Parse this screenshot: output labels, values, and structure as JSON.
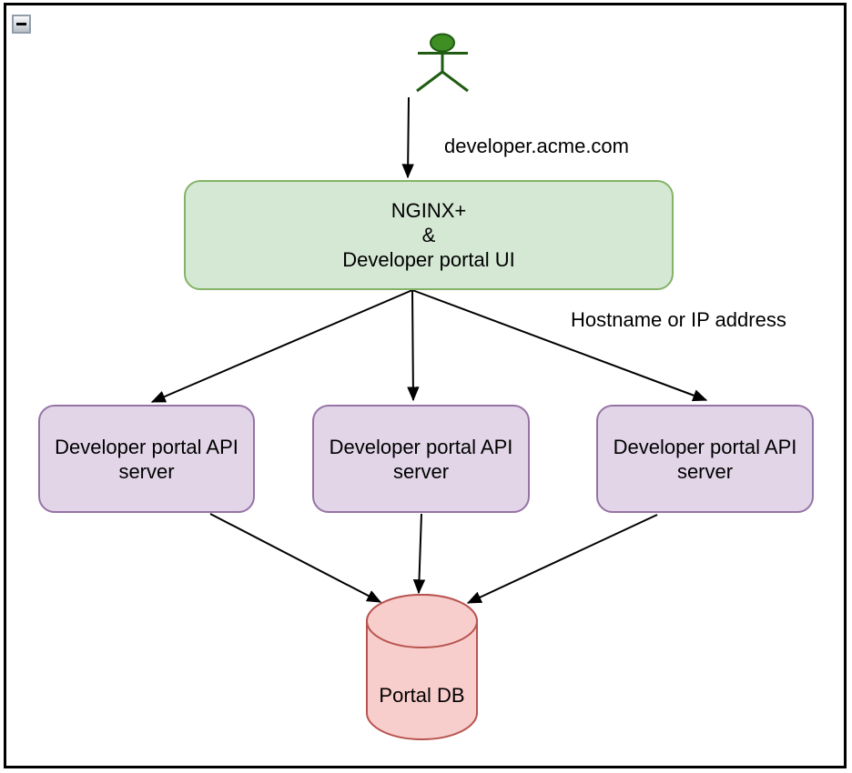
{
  "canvas": {
    "background": "#ffffff",
    "border_color": "#000000",
    "collapse_button": {
      "icon": "minus-icon"
    }
  },
  "actor": {
    "icon": "person-actor-icon",
    "fill": "#3f8e24",
    "stroke": "#1f5c11"
  },
  "edges": {
    "color": "#000000",
    "labels": {
      "request_domain": "developer.acme.com",
      "fanout_note": "Hostname or IP address"
    }
  },
  "nodes": {
    "gateway": {
      "label": "NGINX+\n&\nDeveloper portal UI",
      "fill": "#d5e8d4",
      "stroke": "#82b366"
    },
    "api_servers": [
      {
        "label": "Developer portal API server"
      },
      {
        "label": "Developer portal API server"
      },
      {
        "label": "Developer portal API server"
      }
    ],
    "api_server_fill": "#e1d5e7",
    "api_server_stroke": "#9673a6",
    "database": {
      "label": "Portal DB",
      "fill": "#f8cecc",
      "stroke": "#b85450"
    }
  }
}
